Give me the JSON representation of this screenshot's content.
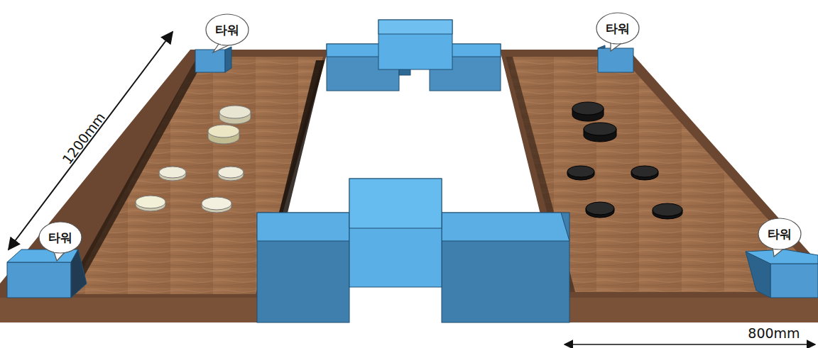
{
  "diagram": {
    "nodes": [
      {
        "text": [
          "타워"
        ]
      },
      {
        "text": [
          "타워"
        ]
      },
      {
        "text": [
          "타워"
        ]
      },
      {
        "text": [
          "타워"
        ]
      }
    ],
    "labels": [
      "1200mm",
      "800mm"
    ]
  }
}
